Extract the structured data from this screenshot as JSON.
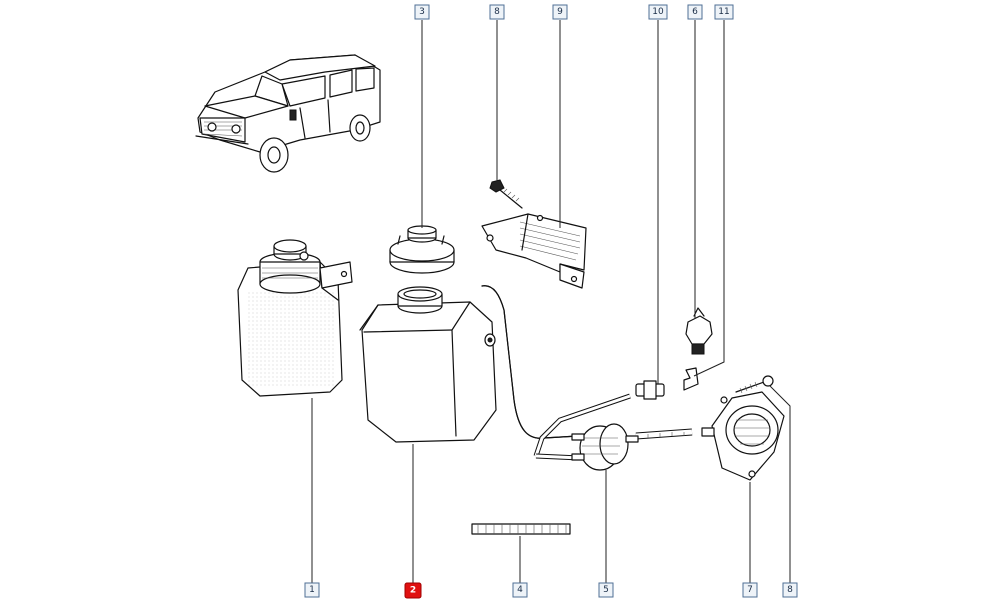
{
  "callouts": [
    {
      "id": "c1",
      "text": "1",
      "highlight": false
    },
    {
      "id": "c2",
      "text": "2",
      "highlight": true
    },
    {
      "id": "c3",
      "text": "3",
      "highlight": false
    },
    {
      "id": "c4",
      "text": "4",
      "highlight": false
    },
    {
      "id": "c5",
      "text": "5",
      "highlight": false
    },
    {
      "id": "c6",
      "text": "6",
      "highlight": false
    },
    {
      "id": "c7",
      "text": "7",
      "highlight": false
    },
    {
      "id": "c8a",
      "text": "8",
      "highlight": false
    },
    {
      "id": "c8b",
      "text": "8",
      "highlight": false
    },
    {
      "id": "c9",
      "text": "9",
      "highlight": false
    },
    {
      "id": "c10",
      "text": "10",
      "highlight": false
    },
    {
      "id": "c11",
      "text": "11",
      "highlight": false
    }
  ],
  "colors": {
    "highlight": "#e01010",
    "label_fill": "#eef3f8",
    "label_stroke": "#4f6f95"
  }
}
